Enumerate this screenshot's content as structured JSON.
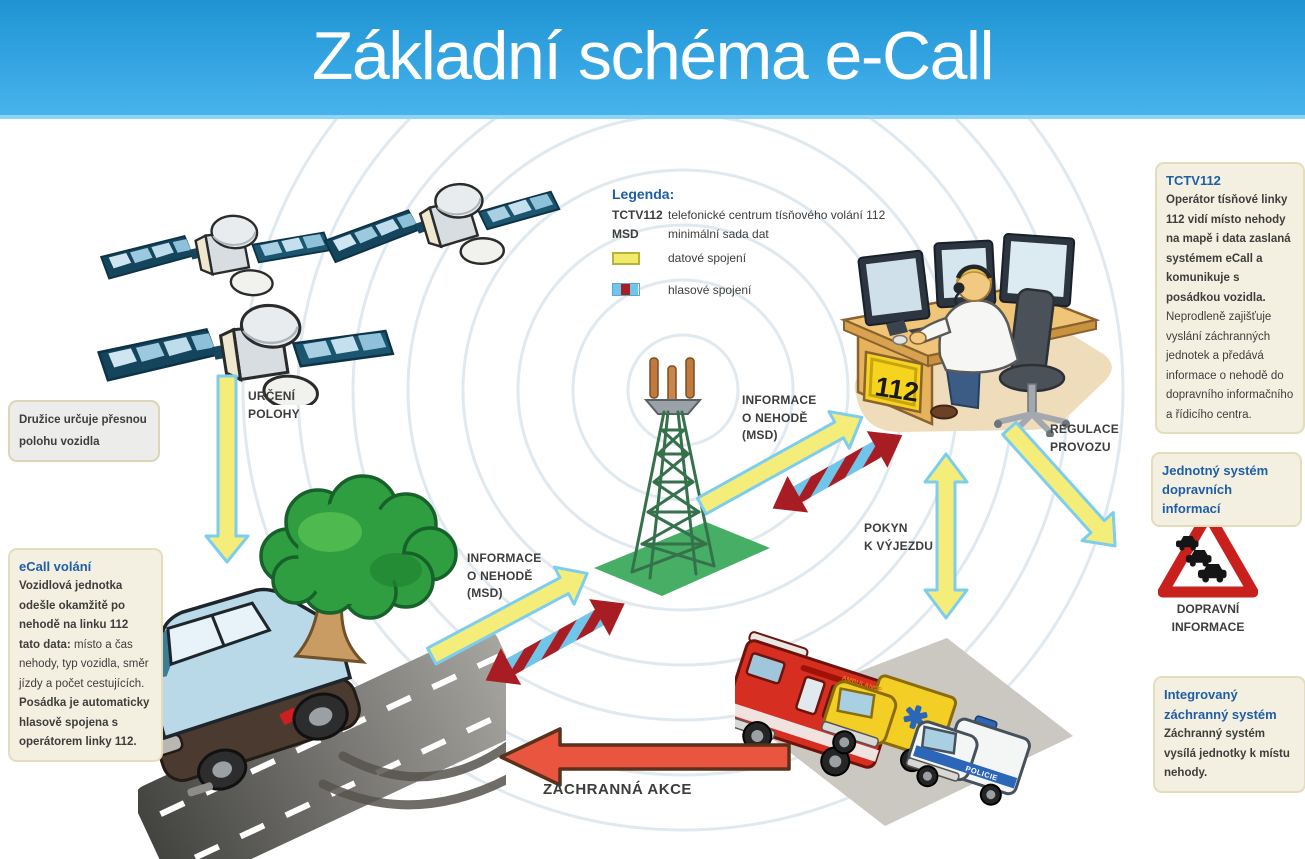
{
  "header": {
    "title": "Základní schéma e-Call"
  },
  "legend": {
    "title": "Legenda:",
    "rows": [
      {
        "term": "TCTV112",
        "desc": "telefonické centrum tísňového volání 112"
      },
      {
        "term": "MSD",
        "desc": "minimální sada dat"
      }
    ],
    "data_link": "datové spojení",
    "voice_link": "hlasové spojení"
  },
  "boxes": {
    "satellite_note": "Družice určuje přesnou polohu vozidla",
    "ecall": {
      "title": "eCall volání",
      "bold_intro": "Vozidlová jednotka odešle okamžitě po nehodě na linku 112 tato data: ",
      "normal": "místo a čas nehody, typ vozidla, směr jízdy a počet cestujících. ",
      "bold_outro": "Posádka je automaticky hlasově spojena s operátorem linky 112."
    },
    "tctv": {
      "title": "TCTV112",
      "bold": "Operátor tísňové linky 112 vidí místo nehody na mapě i data zaslaná systémem eCall a komunikuje s posádkou vozidla. ",
      "normal": "Neprodleně zajišťuje vyslání záchranných jednotek a předává informace o nehodě do dopravního informačního a řídicího centra."
    },
    "jsdi_title": "Jednotný systém dopravních informací",
    "traffic_sign_caption": {
      "line1": "DOPRAVNÍ",
      "line2": "INFORMACE"
    },
    "izs": {
      "title": "Integrovaný záchranný systém",
      "text": "Záchranný systém vysílá jednotky k místu nehody."
    }
  },
  "flow_labels": {
    "position_fix": {
      "line1": "URČENÍ",
      "line2": "POLOHY"
    },
    "accident_info_car": {
      "line1": "INFORMACE",
      "line2": "O NEHODĚ",
      "line3": "(MSD)"
    },
    "accident_info_tctv": {
      "line1": "INFORMACE",
      "line2": "O NEHODĚ",
      "line3": "(MSD)"
    },
    "dispatch_order": {
      "line1": "POKYN",
      "line2": "K VÝJEZDU"
    },
    "traffic_regulation": {
      "line1": "REGULACE",
      "line2": "PROVOZU"
    },
    "rescue_action": "ZÁCHRANNÁ AKCE"
  },
  "scene_text": {
    "emergency_number": "112",
    "ambulance": "AMBULANCE",
    "police": "POLICIE"
  },
  "colors": {
    "header_blue_top": "#1f94d2",
    "header_blue_bottom": "#47b3ec",
    "heading_blue": "#1e5ea6",
    "note_bg": "#f4f0e1",
    "note_border": "#e4dcba",
    "text_dark": "#3d3d3c",
    "data_arrow_yellow": "#f4ed79",
    "arrow_outline_blue": "#7dcdef",
    "voice_red": "#a81d23",
    "voice_blue": "#6fc5ea",
    "rescue_arrow_red": "#e9553f",
    "tower_green": "#35714b",
    "ground_green": "#47ae66"
  }
}
